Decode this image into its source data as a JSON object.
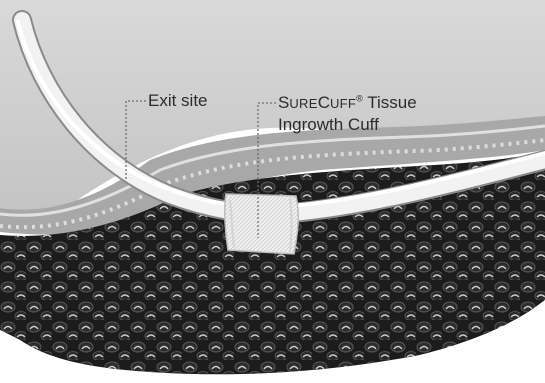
{
  "labels": {
    "exit_site": "Exit site",
    "cuff_line1_S": "S",
    "cuff_line1_URE": "URE",
    "cuff_line1_C": "C",
    "cuff_line1_UFF": "UFF",
    "cuff_line1_reg": "®",
    "cuff_line1_rest": " Tissue",
    "cuff_line2": "Ingrowth Cuff"
  },
  "colors": {
    "skin_top": "#cfcfcf",
    "skin_mid": "#a9a9a9",
    "fat_bg": "#1c1c1c",
    "catheter": "#f4f4f4",
    "cuff": "#ebebeb",
    "leader": "#6e6e6e"
  }
}
